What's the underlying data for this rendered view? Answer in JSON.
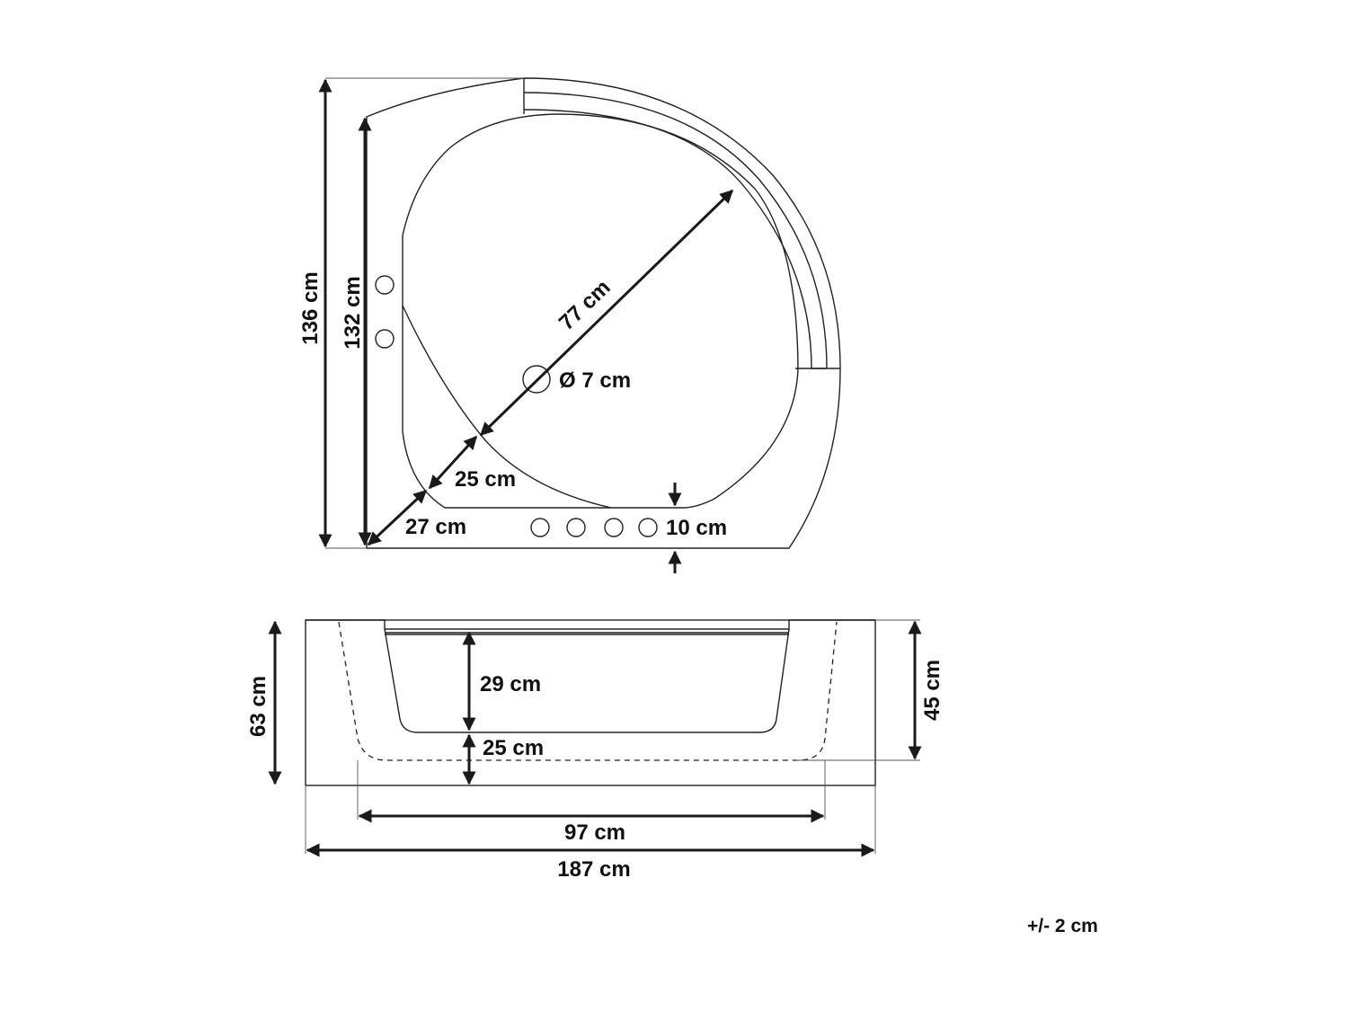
{
  "top_view": {
    "overall_depth": "136 cm",
    "inner_depth": "132 cm",
    "diagonal_basin": "77 cm",
    "drain_diameter": "Ø 7 cm",
    "diagonal_step": "25 cm",
    "diagonal_corner": "27 cm",
    "front_rim": "10 cm"
  },
  "side_view": {
    "overall_height": "63 cm",
    "front_height": "45 cm",
    "basin_depth": "29 cm",
    "base_height": "25 cm",
    "inner_width": "97 cm",
    "overall_width": "187 cm"
  },
  "tolerance": "+/- 2 cm"
}
